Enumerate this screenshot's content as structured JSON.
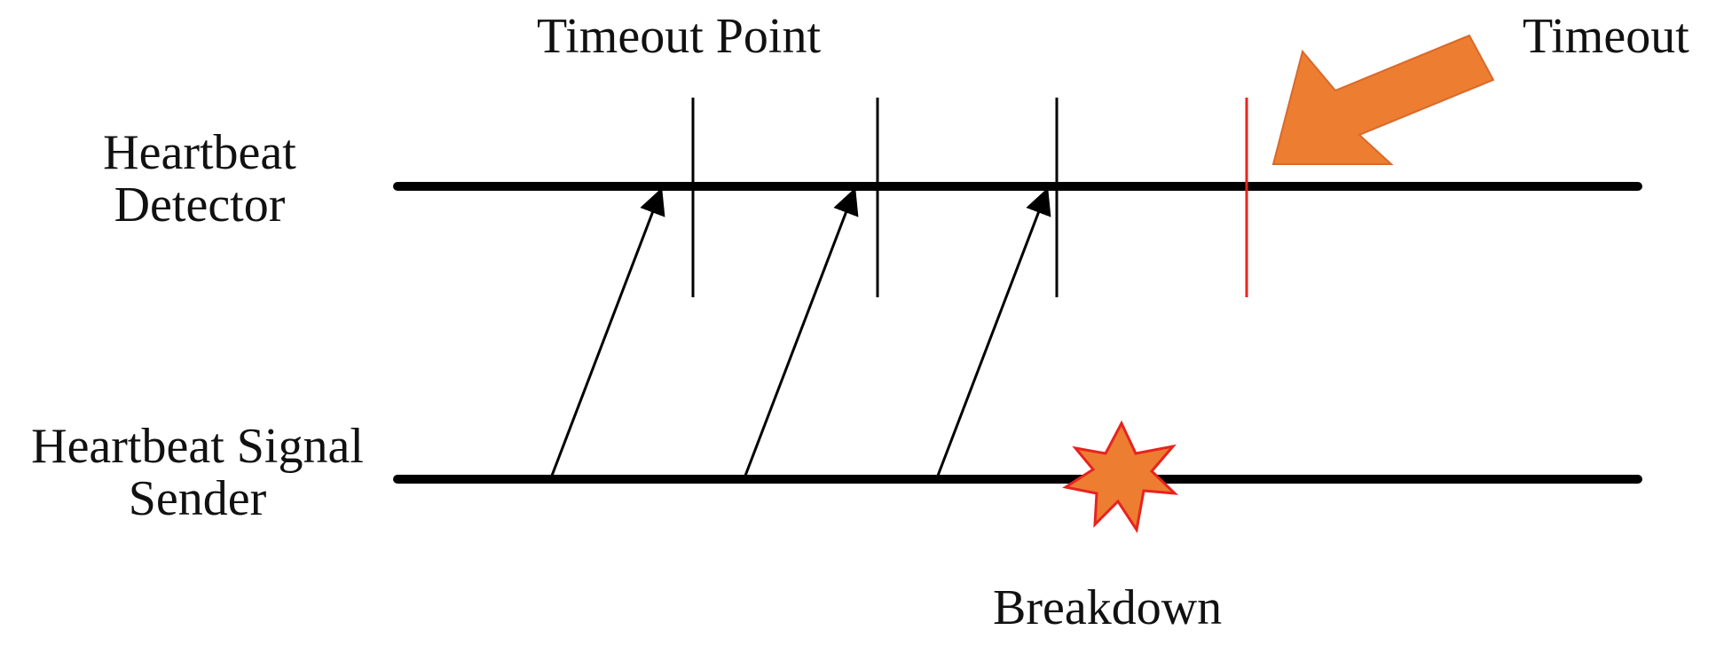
{
  "labels": {
    "timeout_point": "Timeout Point",
    "timeout": "Timeout",
    "detector_line1": "Heartbeat",
    "detector_line2": "Detector",
    "sender_line1": "Heartbeat Signal",
    "sender_line2": "Sender",
    "breakdown": "Breakdown"
  },
  "colors": {
    "line": "#000000",
    "timeout_mark": "#e8231f",
    "arrow_fill": "#ed7d31",
    "star_fill": "#ed7d31",
    "star_stroke": "#e8231f"
  },
  "icons": {
    "timeout_arrow": "orange-arrow-icon",
    "breakdown_marker": "explosion-star-icon"
  }
}
